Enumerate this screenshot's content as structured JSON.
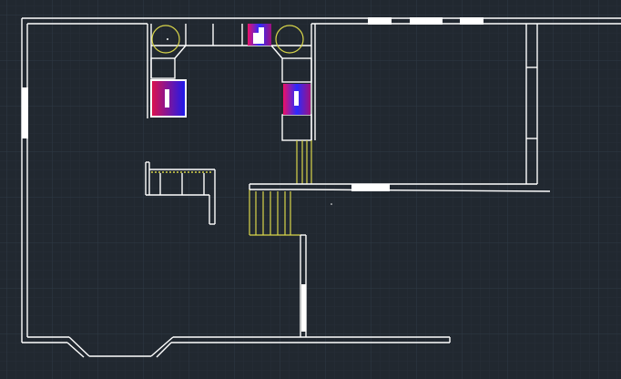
{
  "app": {
    "title": "",
    "view": "model-space",
    "background_color": "#212830"
  },
  "colors": {
    "background": "#212830",
    "grid_minor": "#262e38",
    "grid_major": "#2f3a46",
    "walls": "#ffffff",
    "stairs": "#d9d64a",
    "fixture_outline": "#ffffff",
    "range_gradient": [
      "#e0114a",
      "#1a1aee"
    ],
    "range_inner": "#ffffff"
  },
  "drawing": {
    "layers": [
      {
        "name": "walls",
        "color": "#ffffff"
      },
      {
        "name": "stairs",
        "color": "#d9d64a"
      },
      {
        "name": "fixtures",
        "color": "#ffffff"
      }
    ],
    "icons": [
      "sink-icon",
      "range-icon",
      "stair-icon",
      "window-icon"
    ]
  }
}
